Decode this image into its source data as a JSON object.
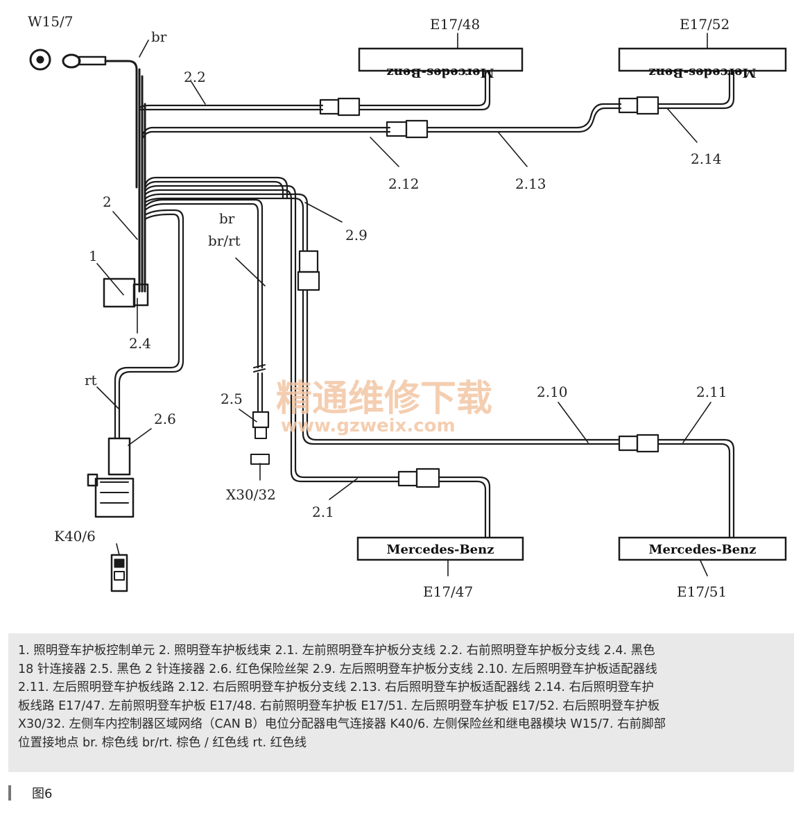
{
  "labels": {
    "w15_7": "W15/7",
    "br_top": "br",
    "l2_2": "2.2",
    "e17_48": "E17/48",
    "e17_52": "E17/52",
    "l2_12": "2.12",
    "l2_13": "2.13",
    "l2_14": "2.14",
    "l2": "2",
    "l2_9": "2.9",
    "br_mid": "br",
    "br_rt": "br/rt",
    "l1": "1",
    "l2_4": "2.4",
    "rt": "rt",
    "l2_6": "2.6",
    "l2_5": "2.5",
    "l2_10": "2.10",
    "l2_11": "2.11",
    "x30_32": "X30/32",
    "l2_1": "2.1",
    "k40_6": "K40/6",
    "e17_47": "E17/47",
    "e17_51": "E17/51"
  },
  "plates": {
    "top_text": "Mercedes-Benz",
    "bottom_text": "Mercedes-Benz"
  },
  "watermark": {
    "cn": "精通维修下载",
    "url": "www.gzweix.com",
    "color": "#f3c6a4"
  },
  "caption": {
    "lines": [
      "1. 照明登车护板控制单元  2. 照明登车护板线束  2.1. 左前照明登车护板分支线  2.2. 右前照明登车护板分支线 2.4. 黑色",
      "18 针连接器  2.5. 黑色 2 针连接器  2.6. 红色保险丝架  2.9. 左后照明登车护板分支线  2.10. 左后照明登车护板适配器线",
      "2.11. 左后照明登车护板线路  2.12. 右后照明登车护板分支线  2.13. 右后照明登车护板适配器线  2.14. 右后照明登车护",
      "板线路  E17/47. 左前照明登车护板  E17/48. 右前照明登车护板  E17/51. 左后照明登车护板  E17/52. 右后照明登车护板",
      "X30/32. 左侧车内控制器区域网络（CAN  B）电位分配器电气连接器  K40/6. 左侧保险丝和继电器模块  W15/7. 右前脚部",
      "位置接地点  br. 棕色线  br/rt. 棕色 / 红色线  rt. 红色线"
    ]
  },
  "figure_label": "图6"
}
